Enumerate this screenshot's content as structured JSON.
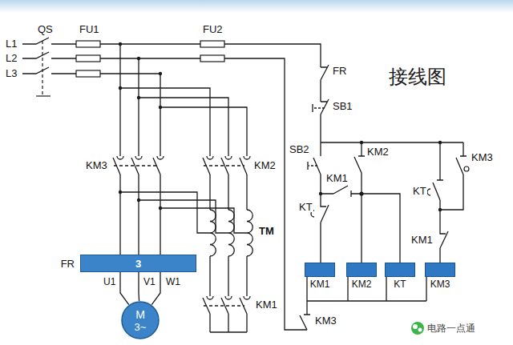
{
  "diagram": {
    "title": "接线图",
    "nodes": [
      {
        "text": [
          "FR",
          "3"
        ]
      },
      {
        "text": [
          "M",
          "3~"
        ]
      },
      {
        "text": [
          "KM1"
        ]
      },
      {
        "text": [
          "KM2"
        ]
      },
      {
        "text": [
          "KT"
        ]
      },
      {
        "text": [
          "KM3"
        ]
      }
    ],
    "edges": [
      {
        "from": 0,
        "to": 1,
        "arrow": "none",
        "label": "U1"
      },
      {
        "from": 0,
        "to": 1,
        "arrow": "none",
        "label": "V1"
      },
      {
        "from": 0,
        "to": 1,
        "arrow": "none",
        "label": "W1"
      }
    ],
    "labels": [
      "QS",
      "FU1",
      "FU2",
      "L1",
      "L2",
      "L3",
      "FR",
      "SB1",
      "SB2",
      "KM2",
      "KM3",
      "KM1",
      "KT",
      "KT",
      "KM1",
      "KM3",
      "KM2",
      "TM",
      "KM1",
      "KM3",
      "电路一点通"
    ]
  }
}
